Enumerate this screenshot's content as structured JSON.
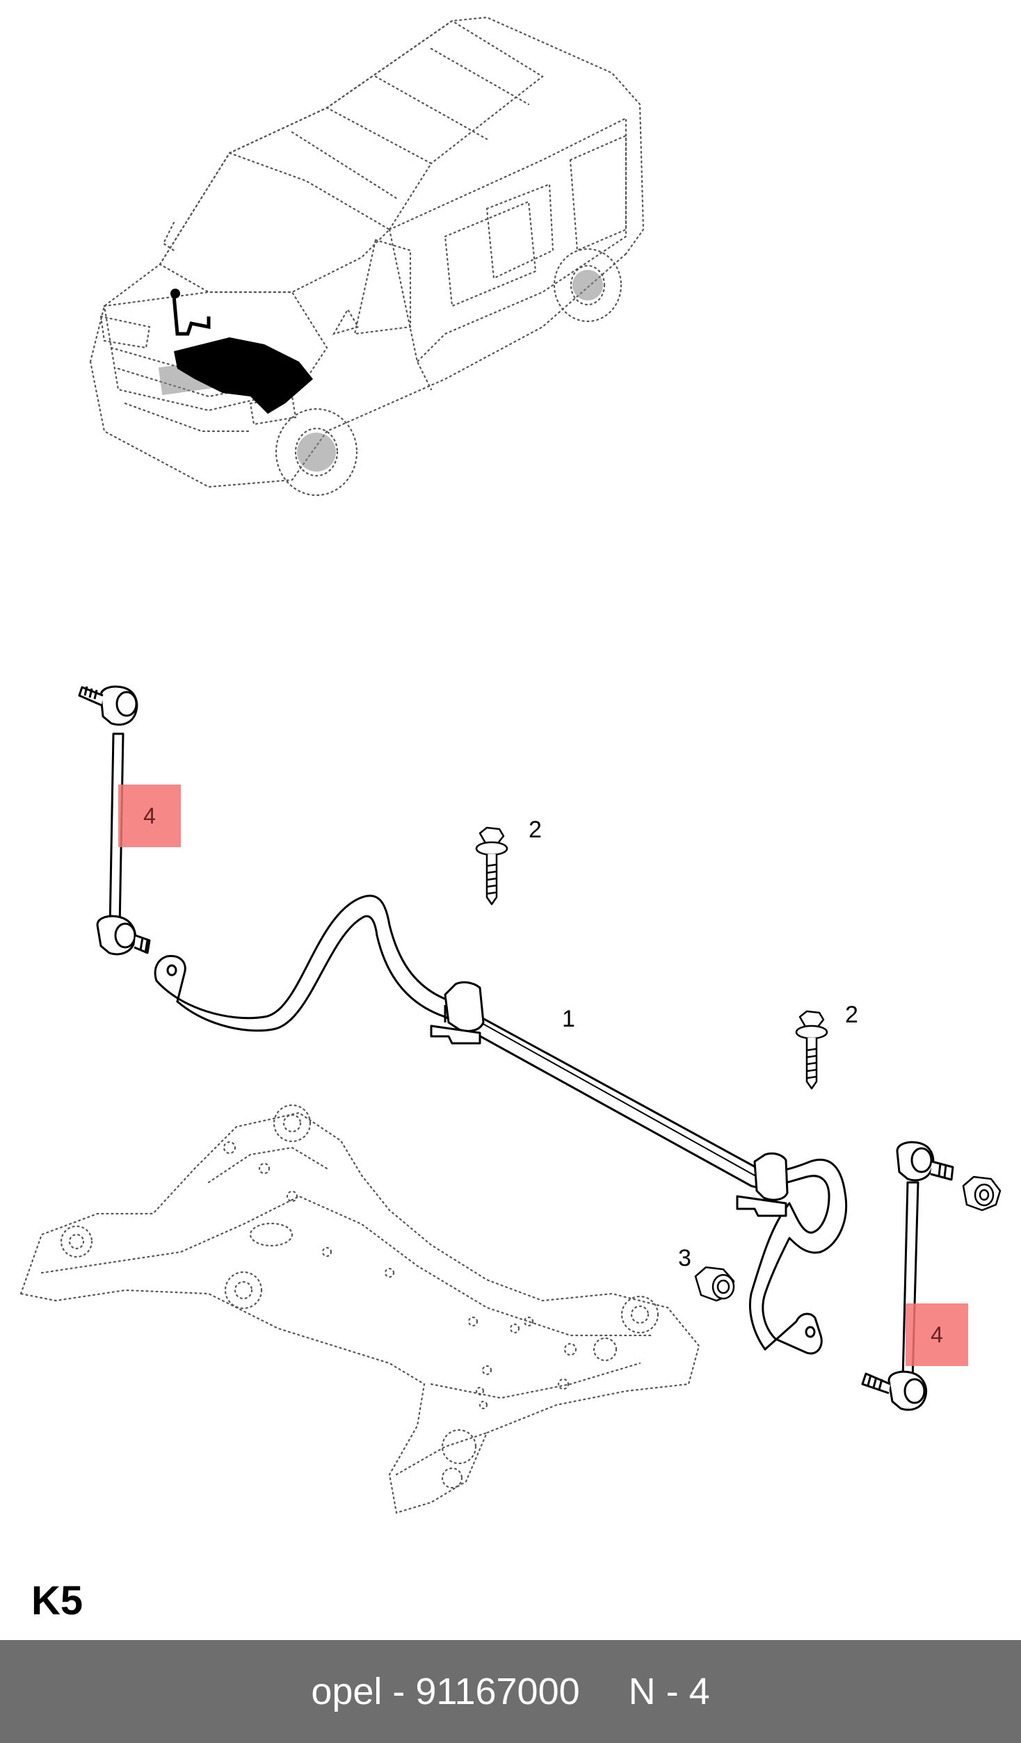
{
  "diagram": {
    "callouts": {
      "one": "1",
      "two_upper": "2",
      "two_lower": "2",
      "three": "3",
      "four_left": "4",
      "four_right": "4"
    },
    "highlight_color": "#f67373",
    "group_code": "K5"
  },
  "footer": {
    "brand_part": "opel - 91167000",
    "quantity": "N - 4",
    "background": "#6e6e6e"
  }
}
